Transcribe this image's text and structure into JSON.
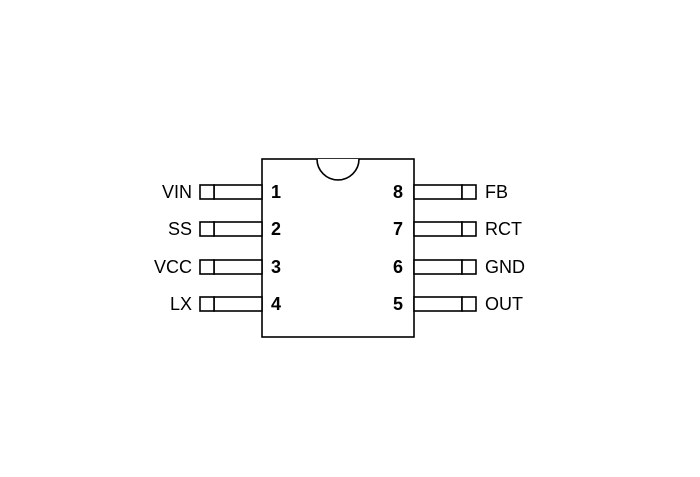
{
  "package": {
    "left_pins": [
      {
        "number": "1",
        "name": "VIN"
      },
      {
        "number": "2",
        "name": "SS"
      },
      {
        "number": "3",
        "name": "VCC"
      },
      {
        "number": "4",
        "name": "LX"
      }
    ],
    "right_pins": [
      {
        "number": "8",
        "name": "FB"
      },
      {
        "number": "7",
        "name": "RCT"
      },
      {
        "number": "6",
        "name": "GND"
      },
      {
        "number": "5",
        "name": "OUT"
      }
    ]
  },
  "colors": {
    "stroke": "#000000",
    "background": "#ffffff"
  }
}
